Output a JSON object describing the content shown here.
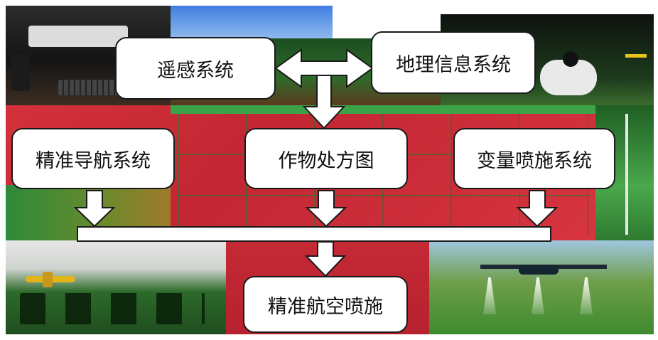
{
  "nodes": {
    "remote_sensing": "遥感系统",
    "gis": "地理信息系统",
    "precision_navigation": "精准导航系统",
    "prescription_map": "作物处方图",
    "variable_spraying": "变量喷施系统",
    "precision_aerial_spraying": "精准航空喷施"
  },
  "edges": [
    {
      "from": "remote_sensing",
      "to": "gis",
      "type": "bidirectional"
    },
    {
      "from": "remote_sensing+gis",
      "to": "prescription_map",
      "type": "arrow"
    },
    {
      "from": "precision_navigation",
      "to": "merge_bar",
      "type": "arrow"
    },
    {
      "from": "prescription_map",
      "to": "merge_bar",
      "type": "arrow"
    },
    {
      "from": "variable_spraying",
      "to": "merge_bar",
      "type": "arrow"
    },
    {
      "from": "merge_bar",
      "to": "precision_aerial_spraying",
      "type": "arrow"
    }
  ],
  "colors": {
    "box_fill": "#ffffff",
    "box_border": "#1a1a1a",
    "arrow_fill": "#ffffff",
    "arrow_stroke": "#1a1a1a"
  }
}
